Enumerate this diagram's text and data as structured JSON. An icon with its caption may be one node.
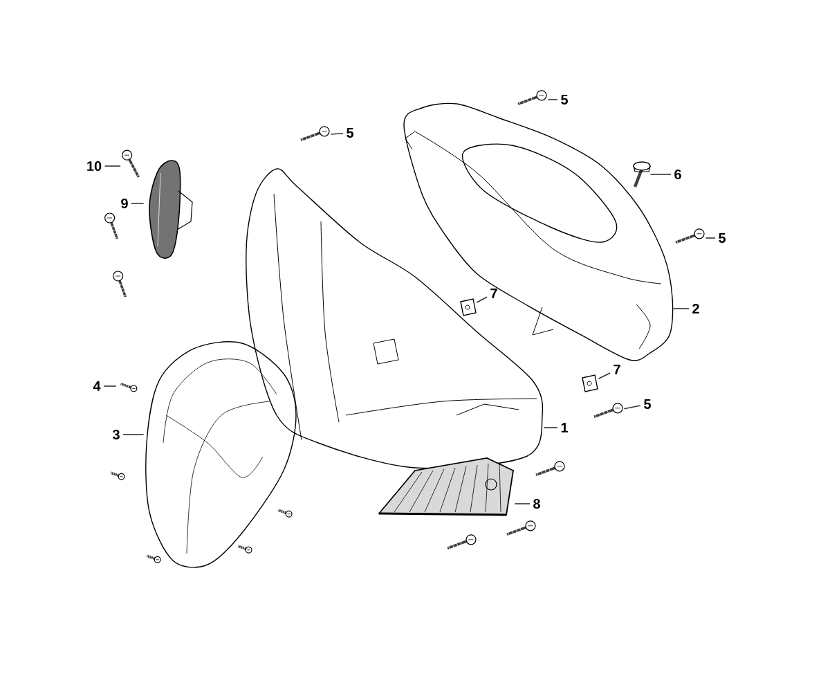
{
  "diagram": {
    "nodes": [
      {
        "text": [
          "5"
        ]
      },
      {
        "text": [],
        "shape": "picture"
      },
      {
        "text": [
          "5"
        ]
      },
      {
        "text": [],
        "shape": "picture"
      },
      {
        "text": [
          "10"
        ]
      },
      {
        "text": [],
        "shape": "picture"
      },
      {
        "text": [
          "6"
        ]
      },
      {
        "text": [],
        "shape": "picture"
      },
      {
        "text": [
          "9"
        ]
      },
      {
        "text": [],
        "shape": "picture"
      },
      {
        "text": [
          "5"
        ]
      },
      {
        "text": [],
        "shape": "picture"
      },
      {
        "text": [
          "7"
        ]
      },
      {
        "text": [],
        "shape": "picture"
      },
      {
        "text": [
          "2"
        ]
      },
      {
        "text": [],
        "shape": "picture"
      },
      {
        "text": [
          "7"
        ]
      },
      {
        "text": [],
        "shape": "picture"
      },
      {
        "text": [
          "4"
        ]
      },
      {
        "text": [],
        "shape": "picture"
      },
      {
        "text": [
          "5"
        ]
      },
      {
        "text": [],
        "shape": "picture"
      },
      {
        "text": [
          "1"
        ]
      },
      {
        "text": [],
        "shape": "picture"
      },
      {
        "text": [
          "3"
        ]
      },
      {
        "text": [],
        "shape": "picture"
      },
      {
        "text": [
          "8"
        ]
      },
      {
        "text": [],
        "shape": "picture"
      }
    ],
    "edges": [
      {
        "from": 0,
        "to": 1,
        "arrow": "none"
      },
      {
        "from": 2,
        "to": 3,
        "arrow": "none"
      },
      {
        "from": 4,
        "to": 5,
        "arrow": "none"
      },
      {
        "from": 6,
        "to": 7,
        "arrow": "none"
      },
      {
        "from": 8,
        "to": 9,
        "arrow": "none"
      },
      {
        "from": 10,
        "to": 11,
        "arrow": "none"
      },
      {
        "from": 12,
        "to": 13,
        "arrow": "none"
      },
      {
        "from": 14,
        "to": 15,
        "arrow": "none"
      },
      {
        "from": 16,
        "to": 17,
        "arrow": "none"
      },
      {
        "from": 18,
        "to": 19,
        "arrow": "none"
      },
      {
        "from": 20,
        "to": 21,
        "arrow": "none"
      },
      {
        "from": 22,
        "to": 23,
        "arrow": "none"
      },
      {
        "from": 24,
        "to": 25,
        "arrow": "none"
      },
      {
        "from": 26,
        "to": 27,
        "arrow": "none"
      }
    ]
  }
}
